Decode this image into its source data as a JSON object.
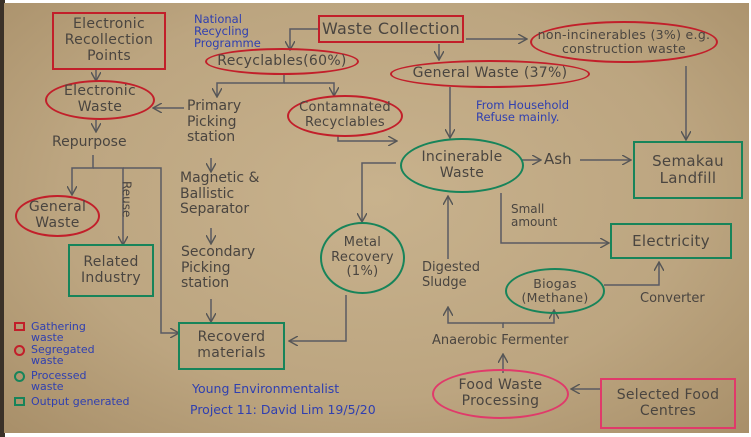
{
  "nodes": {
    "e_recollection": "Electronic Recollection Points",
    "national_recycling": "National Recycling Programme",
    "waste_collection": "Waste Collection",
    "non_incinerables": "non-incinerables (3%) e.g. construction waste",
    "recyclables": "Recyclables(60%)",
    "general_waste_37": "General Waste (37%)",
    "electronic_waste": "Electronic Waste",
    "primary_picking": "Primary Picking station",
    "contaminated": "Contamnated Recyclables",
    "household_note": "From Household Refuse mainly.",
    "repurpose": "Repurpose",
    "incinerable": "Incinerable Waste",
    "ash": "Ash",
    "semakau": "Semakau Landfill",
    "general_waste": "General Waste",
    "reuse": "Reuse",
    "magnetic": "Magnetic & Ballistic Separator",
    "small_amount": "Small amount",
    "electricity": "Electricity",
    "related_industry": "Related Industry",
    "secondary_picking": "Secondary Picking station",
    "metal_recovery": "Metal Recovery (1%)",
    "digested_sludge": "Digested Sludge",
    "biogas": "Biogas (Methane)",
    "converter": "Converter",
    "recovered": "Recoverd materials",
    "anaerobic": "Anaerobic Fermenter",
    "food_waste": "Food Waste Processing",
    "food_centres": "Selected Food Centres"
  },
  "legend": [
    {
      "label": "Gathering waste",
      "shape": "square",
      "color": "#c21f2a"
    },
    {
      "label": "Segregated waste",
      "shape": "circle",
      "color": "#c21f2a"
    },
    {
      "label": "Processed waste",
      "shape": "circle",
      "color": "#17845a"
    },
    {
      "label": "Output generated",
      "shape": "square",
      "color": "#17845a"
    }
  ],
  "credit": {
    "line1": "Young Environmentalist",
    "line2": "Project 11: David Lim 19/5/20"
  }
}
